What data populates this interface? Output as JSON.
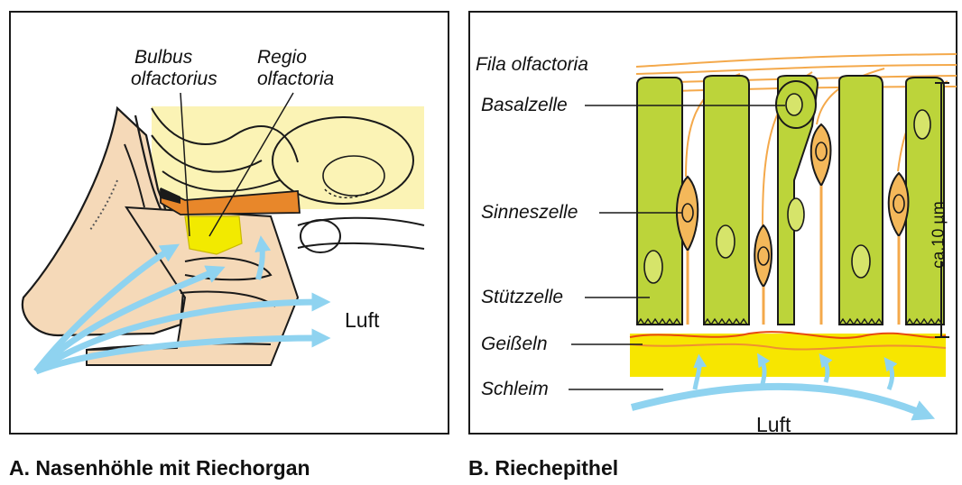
{
  "panel_a": {
    "label_bulbus": "Bulbus",
    "label_bulbus_2": "olfactorius",
    "label_regio": "Regio",
    "label_regio_2": "olfactoria",
    "label_luft": "Luft",
    "caption": "A. Nasenhöhle mit Riechorgan"
  },
  "panel_b": {
    "label_fila": "Fila olfactoria",
    "label_basalzelle": "Basalzelle",
    "label_sinneszelle": "Sinneszelle",
    "label_stuetzzelle": "Stützzelle",
    "label_geisseln": "Geißeln",
    "label_schleim": "Schleim",
    "label_scale": "ca.10 µm",
    "label_luft": "Luft",
    "caption": "B. Riechepithel"
  },
  "colors": {
    "air_arrow": "#8fd3f0",
    "skin": "#f5d9b8",
    "epithel_green": "#bcd43a",
    "sensory_orange": "#f4b85a",
    "mucus_yellow": "#f7e600",
    "brain_yellow": "#fbf3b5",
    "bulbus_orange": "#e8872a"
  }
}
